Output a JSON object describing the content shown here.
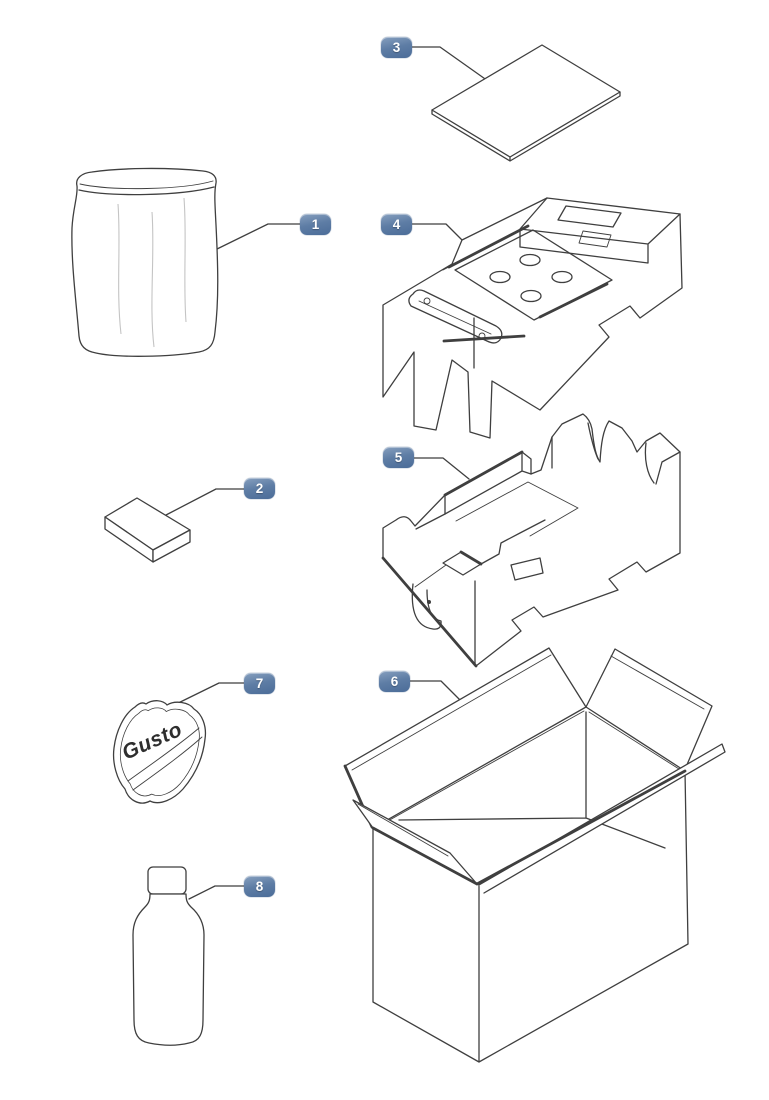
{
  "figure": {
    "background": "#ffffff",
    "line_color": "#3f3f3f",
    "soft_line_color": "#c4c4c4",
    "badge_color": "#5d7ca4",
    "badge_text_color": "#ffffff"
  },
  "callouts": [
    {
      "number": "1",
      "item": "plastic-bag"
    },
    {
      "number": "2",
      "item": "accessory-box"
    },
    {
      "number": "3",
      "item": "flat-sheet"
    },
    {
      "number": "4",
      "item": "foam-insert-top"
    },
    {
      "number": "5",
      "item": "foam-insert-bottom"
    },
    {
      "number": "6",
      "item": "shipping-carton"
    },
    {
      "number": "7",
      "item": "gusto-pouch"
    },
    {
      "number": "8",
      "item": "bottle"
    }
  ],
  "pouch": {
    "brand_text": "Gusto"
  }
}
